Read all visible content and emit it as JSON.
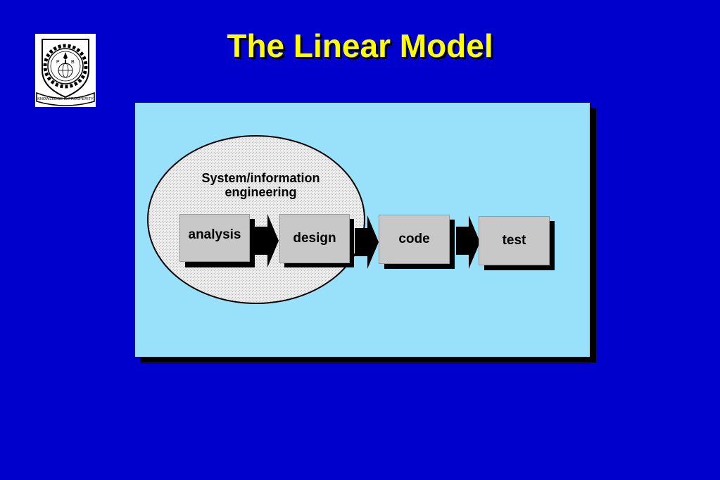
{
  "slide": {
    "title": "The Linear Model"
  },
  "logo": {
    "motto": "KNOWLEDGE IS PROSPERITY",
    "letters": [
      "P",
      "B"
    ]
  },
  "diagram": {
    "ellipse_label_line1": "System/information",
    "ellipse_label_line2": "engineering",
    "steps": [
      {
        "label": "analysis"
      },
      {
        "label": "design"
      },
      {
        "label": "code"
      },
      {
        "label": "test"
      }
    ]
  },
  "colors": {
    "background": "#0000CC",
    "title": "#FFFF00",
    "panel": "#99E0FA",
    "step": "#C8C8C8",
    "ellipse": "#EAEAEA"
  }
}
